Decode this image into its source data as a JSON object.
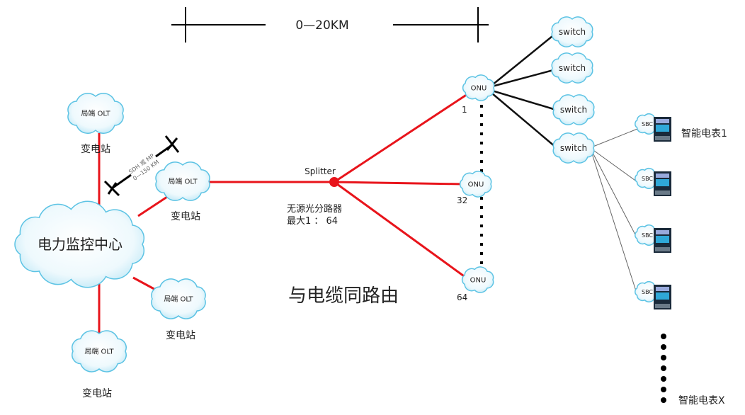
{
  "scale_top": "0—20KM",
  "scale_diag": [
    "SDH 或 MP",
    "0—150 KM"
  ],
  "center": "电力监控中心",
  "olt_label": "局端 OLT",
  "substation": "变电站",
  "splitter": {
    "label": "Splitter",
    "desc1": "无源光分路器",
    "desc2": "最大1 ： 64"
  },
  "onu": {
    "label": "ONU",
    "numbers": [
      "1",
      "32",
      "64"
    ]
  },
  "switch_label": "switch",
  "sbc_label": "SBC",
  "meter_first": "智能电表1",
  "meter_last": "智能电表X",
  "route_note": "与电缆同路由",
  "colors": {
    "fiber": "#e8141b",
    "cloud_fill": "#e4f5fc",
    "cloud_stroke": "#5cc3e4",
    "copper": "#111111"
  }
}
